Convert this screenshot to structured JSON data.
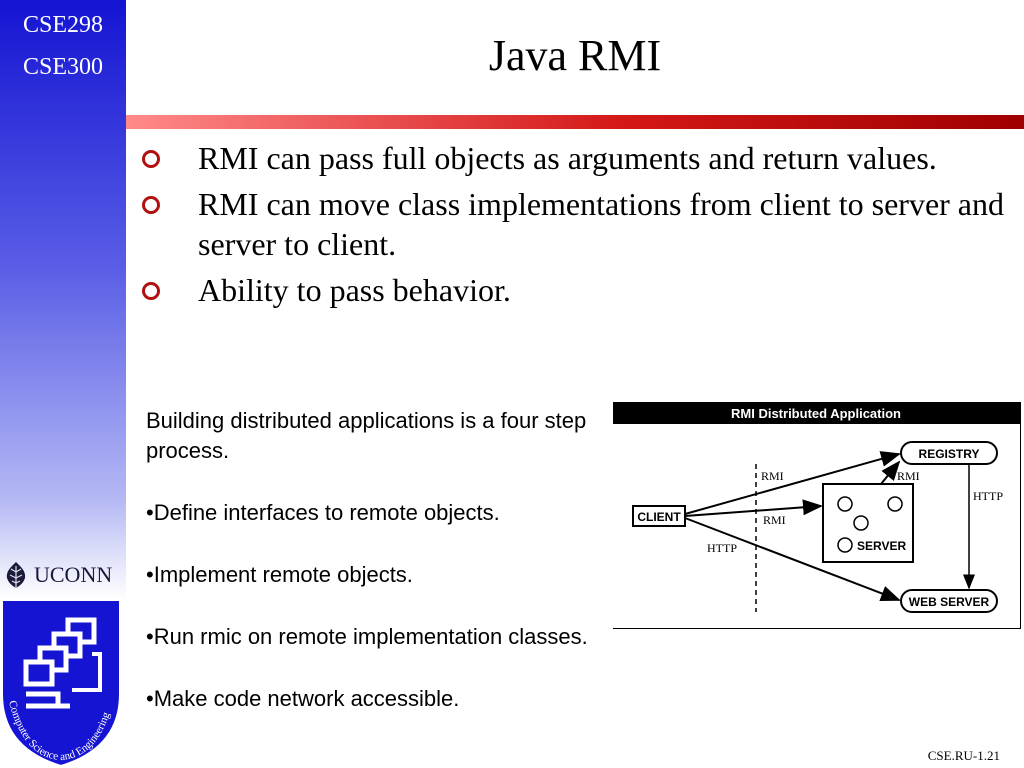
{
  "sidebar": {
    "course_1": "CSE298",
    "course_2": "CSE300",
    "uconn": "UCONN",
    "seal_text": "Computer Science and Engineering"
  },
  "title": "Java RMI",
  "bullets": [
    "RMI can pass full objects as arguments and return values.",
    "RMI can move class implementations from client to server and server to client.",
    "Ability to pass behavior."
  ],
  "body": {
    "intro": "Building distributed applications is a four step process.",
    "steps": [
      "•Define interfaces to remote objects.",
      "•Implement remote objects.",
      "•Run rmic on remote implementation classes.",
      "•Make code network accessible."
    ]
  },
  "diagram": {
    "title": "RMI Distributed Application",
    "client": "CLIENT",
    "registry": "REGISTRY",
    "server": "SERVER",
    "web_server": "WEB SERVER",
    "rmi_1": "RMI",
    "rmi_2": "RMI",
    "rmi_3": "RMI",
    "http_1": "HTTP",
    "http_2": "HTTP"
  },
  "footer": "CSE.RU-1.21"
}
